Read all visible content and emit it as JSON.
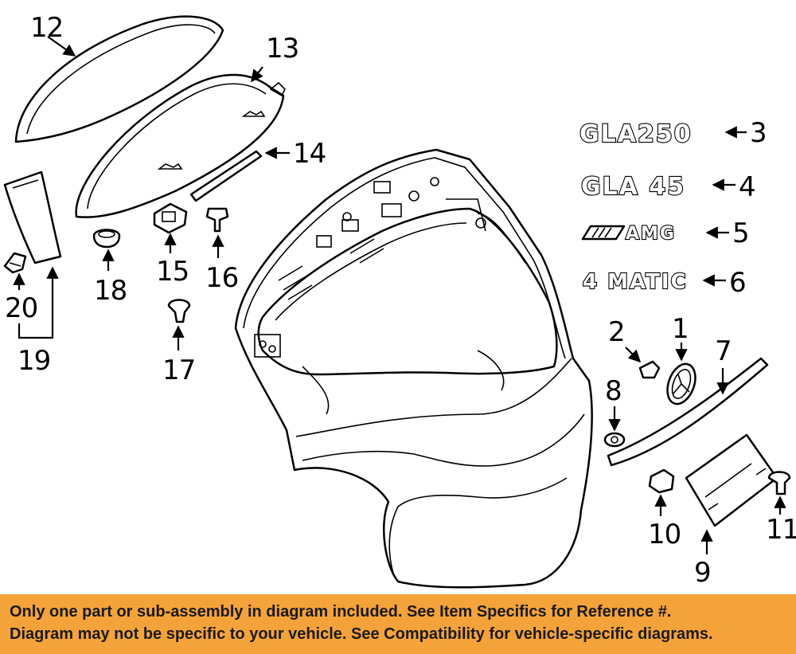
{
  "callouts": {
    "c1": "1",
    "c2": "2",
    "c3": "3",
    "c4": "4",
    "c5": "5",
    "c6": "6",
    "c7": "7",
    "c8": "8",
    "c9": "9",
    "c10": "10",
    "c11": "11",
    "c12": "12",
    "c13": "13",
    "c14": "14",
    "c15": "15",
    "c16": "16",
    "c17": "17",
    "c18": "18",
    "c19": "19",
    "c20": "20"
  },
  "emblems": {
    "gla250": "GLA250",
    "gla45": "GLA 45",
    "amg": "AMG",
    "matic": "4 MATIC"
  },
  "banner": {
    "line1": "Only one part or sub-assembly in diagram included. See Item Specifics for Reference #.",
    "line2": "Diagram may not be specific to your vehicle. See Compatibility for vehicle-specific diagrams."
  },
  "colors": {
    "banner_bg": "#f4a23a",
    "line": "#000000",
    "background": "#ffffff"
  }
}
